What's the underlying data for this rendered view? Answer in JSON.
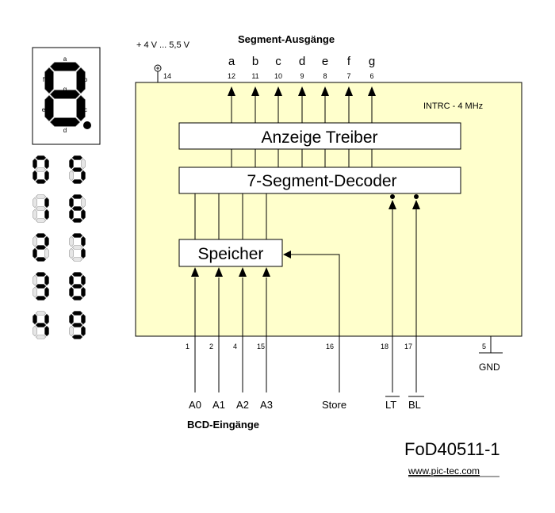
{
  "supply_label": "+ 4 V ... 5,5 V",
  "segment_outputs_title": "Segment-Ausgänge",
  "segments": [
    {
      "letter": "a",
      "pin": "12"
    },
    {
      "letter": "b",
      "pin": "11"
    },
    {
      "letter": "c",
      "pin": "10"
    },
    {
      "letter": "d",
      "pin": "9"
    },
    {
      "letter": "e",
      "pin": "8"
    },
    {
      "letter": "f",
      "pin": "7"
    },
    {
      "letter": "g",
      "pin": "6"
    }
  ],
  "vcc_pin": "14",
  "oscillator_label": "INTRC - 4 MHz",
  "driver_label": "Anzeige Treiber",
  "decoder_label": "7-Segment-Decoder",
  "latch_label": "Speicher",
  "bcd_inputs": [
    {
      "name": "A0",
      "pin": "1"
    },
    {
      "name": "A1",
      "pin": "2"
    },
    {
      "name": "A2",
      "pin": "4"
    },
    {
      "name": "A3",
      "pin": "15"
    }
  ],
  "store_input": {
    "name": "Store",
    "pin": "16"
  },
  "lt_input": {
    "name": "LT",
    "pin": "18"
  },
  "bl_input": {
    "name": "BL",
    "pin": "17"
  },
  "gnd": {
    "name": "GND",
    "pin": "5"
  },
  "bcd_title": "BCD-Eingänge",
  "big_display_segment_letters": [
    "a",
    "b",
    "c",
    "d",
    "e",
    "f",
    "g"
  ],
  "digits_shown": [
    "0",
    "1",
    "2",
    "3",
    "4",
    "5",
    "6",
    "7",
    "8",
    "9"
  ],
  "part_number": "FoD40511-1",
  "website": "www.pic-tec.com",
  "colors": {
    "chip_fill": "#ffffcc",
    "segment_on": "#000000",
    "segment_off": "#e6e6e6",
    "line": "#000000"
  }
}
